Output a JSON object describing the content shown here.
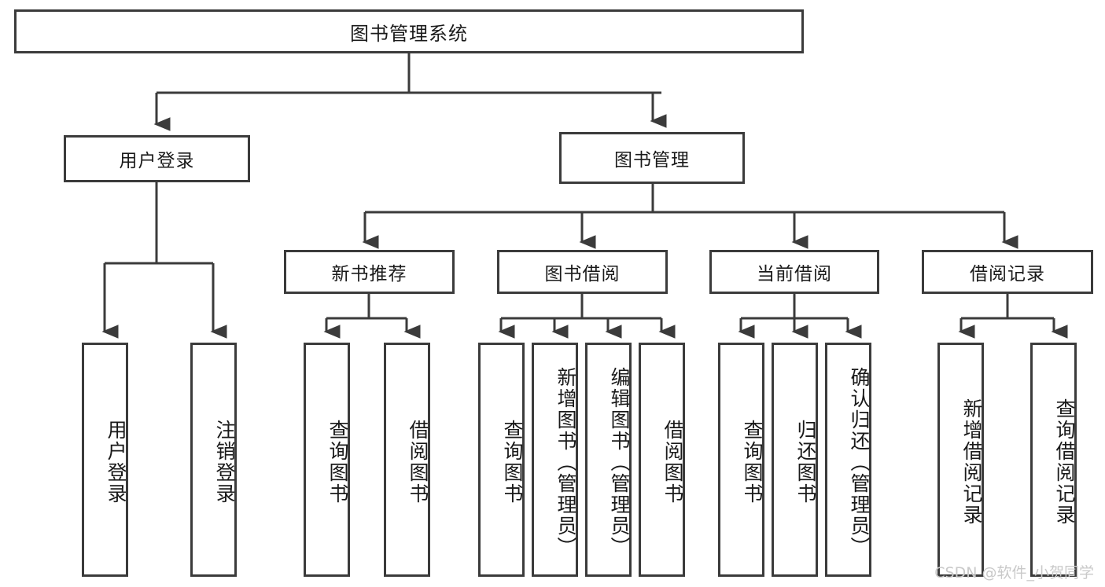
{
  "diagram": {
    "title": "图书管理系统",
    "watermark": "CSDN @软件_小贺同学",
    "colors": {
      "stroke": "#3b3b3b",
      "background": "#ffffff",
      "text": "#1a1a1a",
      "watermark": "#c9c9c9"
    },
    "nodes": {
      "root": {
        "label": "图书管理系统"
      },
      "level2": [
        {
          "id": "user-login",
          "label": "用户登录"
        },
        {
          "id": "book-management",
          "label": "图书管理"
        }
      ],
      "level3": [
        {
          "id": "new-book-recommend",
          "label": "新书推荐"
        },
        {
          "id": "book-borrow",
          "label": "图书借阅"
        },
        {
          "id": "current-borrow",
          "label": "当前借阅"
        },
        {
          "id": "borrow-record",
          "label": "借阅记录"
        }
      ],
      "leaves": {
        "user_login": [
          {
            "id": "leaf-user-login",
            "label": "用户登录"
          },
          {
            "id": "leaf-logout-login",
            "label": "注销登录"
          }
        ],
        "new_book_recommend": [
          {
            "id": "leaf-query-book-1",
            "label": "查询图书"
          },
          {
            "id": "leaf-borrow-book-1",
            "label": "借阅图书"
          }
        ],
        "book_borrow": [
          {
            "id": "leaf-query-book-2",
            "label": "查询图书"
          },
          {
            "id": "leaf-add-book",
            "label": "新增图书（管理员）"
          },
          {
            "id": "leaf-edit-book",
            "label": "编辑图书（管理员）"
          },
          {
            "id": "leaf-borrow-book-2",
            "label": "借阅图书"
          }
        ],
        "current_borrow": [
          {
            "id": "leaf-query-book-3",
            "label": "查询图书"
          },
          {
            "id": "leaf-return-book",
            "label": "归还图书"
          },
          {
            "id": "leaf-confirm-return",
            "label": "确认归还（管理员）"
          }
        ],
        "borrow_record": [
          {
            "id": "leaf-add-record",
            "label": "新增借阅记录"
          },
          {
            "id": "leaf-query-record",
            "label": "查询借阅记录"
          }
        ]
      }
    }
  }
}
